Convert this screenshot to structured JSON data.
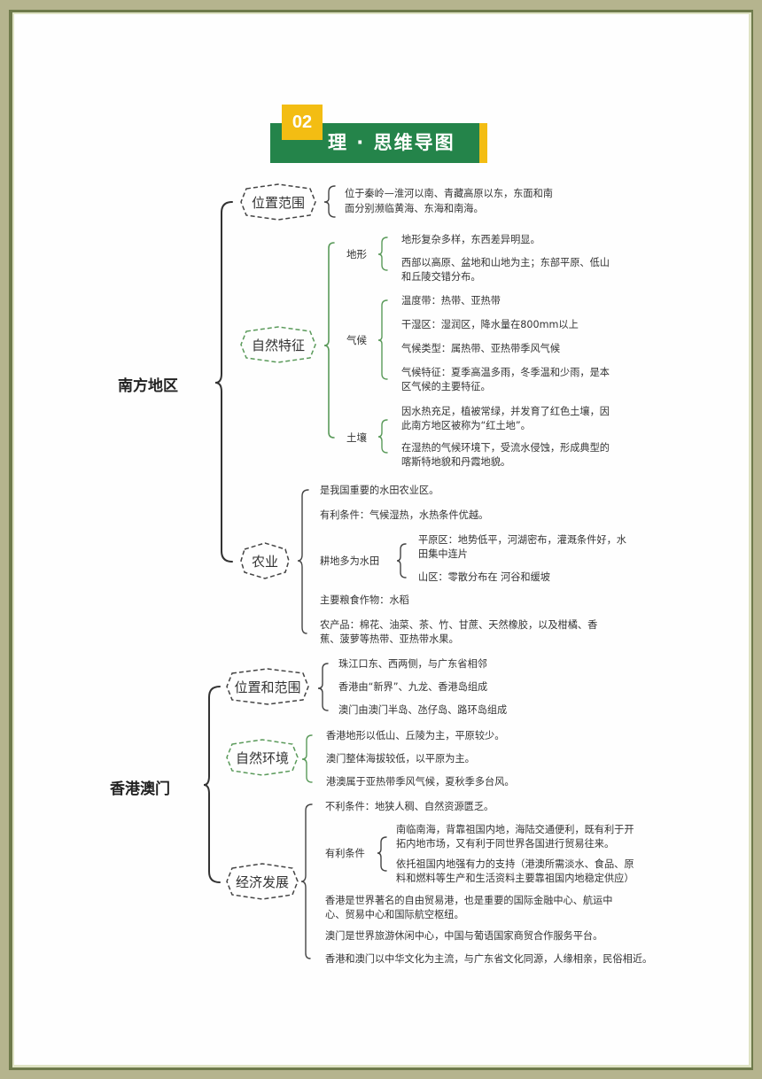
{
  "banner": {
    "number": "02",
    "title": "理 · 思维导图"
  },
  "colors": {
    "green": "#24844a",
    "yellow": "#f3bd13",
    "frame": "#6e7a4b",
    "background": "#b5b48e",
    "branch_green": "#5a9a5a",
    "branch_dark": "#333333"
  },
  "south": {
    "title": "南方地区",
    "location": {
      "label": "位置范围",
      "lines": [
        "位于秦岭—淮河以南、青藏高原以东，东面和南",
        "面分别濒临黄海、东海和南海。"
      ]
    },
    "nature": {
      "label": "自然特征",
      "terrain": {
        "label": "地形",
        "items": [
          "地形复杂多样，东西差异明显。",
          "西部以高原、盆地和山地为主；东部平原、低山",
          "和丘陵交错分布。"
        ]
      },
      "climate": {
        "label": "气候",
        "items": [
          "温度带：热带、亚热带",
          "干湿区：湿润区，降水量在800mm以上",
          "气候类型：属热带、亚热带季风气候",
          "气候特征：夏季高温多雨，冬季温和少雨，是本",
          "区气候的主要特征。"
        ]
      },
      "soil": {
        "label": "土壤",
        "items": [
          "因水热充足，植被常绿，并发育了红色土壤，因",
          "此南方地区被称为“红土地”。",
          "在湿热的气候环境下，受流水侵蚀，形成典型的",
          "喀斯特地貌和丹霞地貌。"
        ]
      }
    },
    "agriculture": {
      "label": "农业",
      "items": [
        "是我国重要的水田农业区。",
        "有利条件：气候湿热，水热条件优越。"
      ],
      "paddy": {
        "label": "耕地多为水田",
        "items": [
          "平原区：地势低平，河湖密布，灌溉条件好，水",
          "田集中连片",
          "山区：零散分布在  河谷和缓坡"
        ]
      },
      "crop": "主要粮食作物：水稻",
      "products": [
        "农产品：棉花、油菜、茶、竹、甘蔗、天然橡胶，以及柑橘、香",
        "蕉、菠萝等热带、亚热带水果。"
      ]
    }
  },
  "hkmacao": {
    "title": "香港澳门",
    "location": {
      "label": "位置和范围",
      "items": [
        "珠江口东、西两侧，与广东省相邻",
        "香港由“新界”、九龙、香港岛组成",
        "澳门由澳门半岛、氹仔岛、路环岛组成"
      ]
    },
    "nature": {
      "label": "自然环境",
      "items": [
        "香港地形以低山、丘陵为主，平原较少。",
        "澳门整体海拔较低，以平原为主。",
        "港澳属于亚热带季风气候，夏秋季多台风。"
      ]
    },
    "economy": {
      "label": "经济发展",
      "unfavorable": "不利条件：地狭人稠、自然资源匮乏。",
      "favorable": {
        "label": "有利条件",
        "items": [
          "南临南海，背靠祖国内地，海陆交通便利，既有利于开",
          "拓内地市场，又有利于同世界各国进行贸易往来。",
          "依托祖国内地强有力的支持（港澳所需淡水、食品、原",
          "料和燃料等生产和生活资料主要靠祖国内地稳定供应）"
        ]
      },
      "items": [
        "香港是世界著名的自由贸易港，也是重要的国际金融中心、航运中",
        "心、贸易中心和国际航空枢纽。",
        "澳门是世界旅游休闲中心，中国与葡语国家商贸合作服务平台。",
        "香港和澳门以中华文化为主流，与广东省文化同源，人缘相亲，民俗相近。"
      ]
    }
  }
}
